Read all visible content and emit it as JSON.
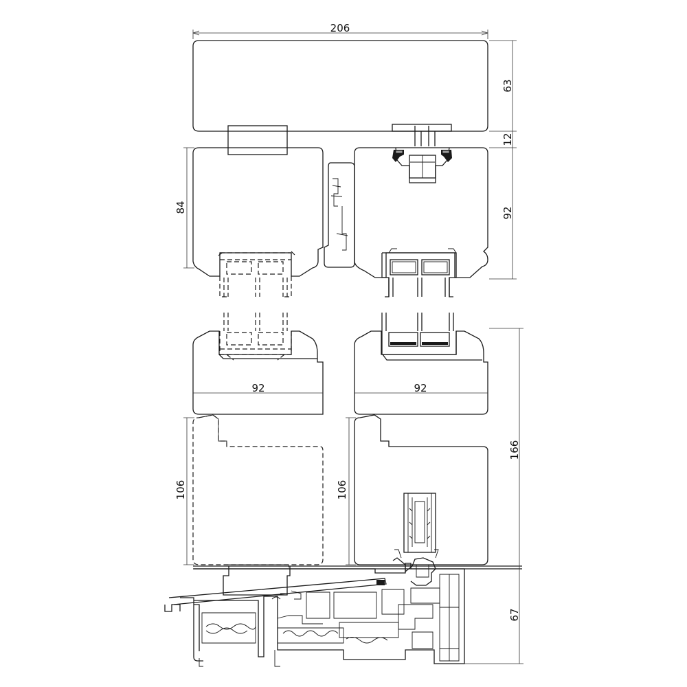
{
  "dimensions": {
    "top_width": "206",
    "head_height": "63",
    "gap": "12",
    "left_sash_upper_height": "84",
    "right_sash_upper_height": "92",
    "left_sash_width": "92",
    "right_sash_width": "92",
    "left_sash_lower_height": "106",
    "right_sash_lower_height": "106",
    "total_lower_height": "166",
    "sill_height": "67"
  }
}
